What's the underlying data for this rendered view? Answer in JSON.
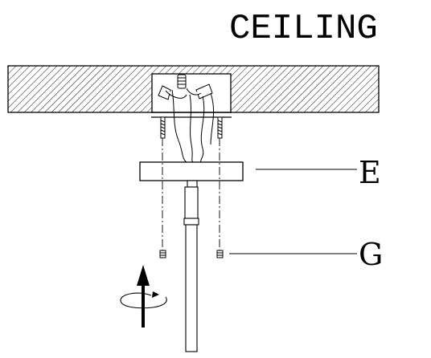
{
  "title": "CEILING",
  "labels": {
    "canopy": "E",
    "cap_nut": "G"
  },
  "icons": {
    "rotate": "rotate-arrow-icon",
    "up": "up-arrow-icon"
  }
}
